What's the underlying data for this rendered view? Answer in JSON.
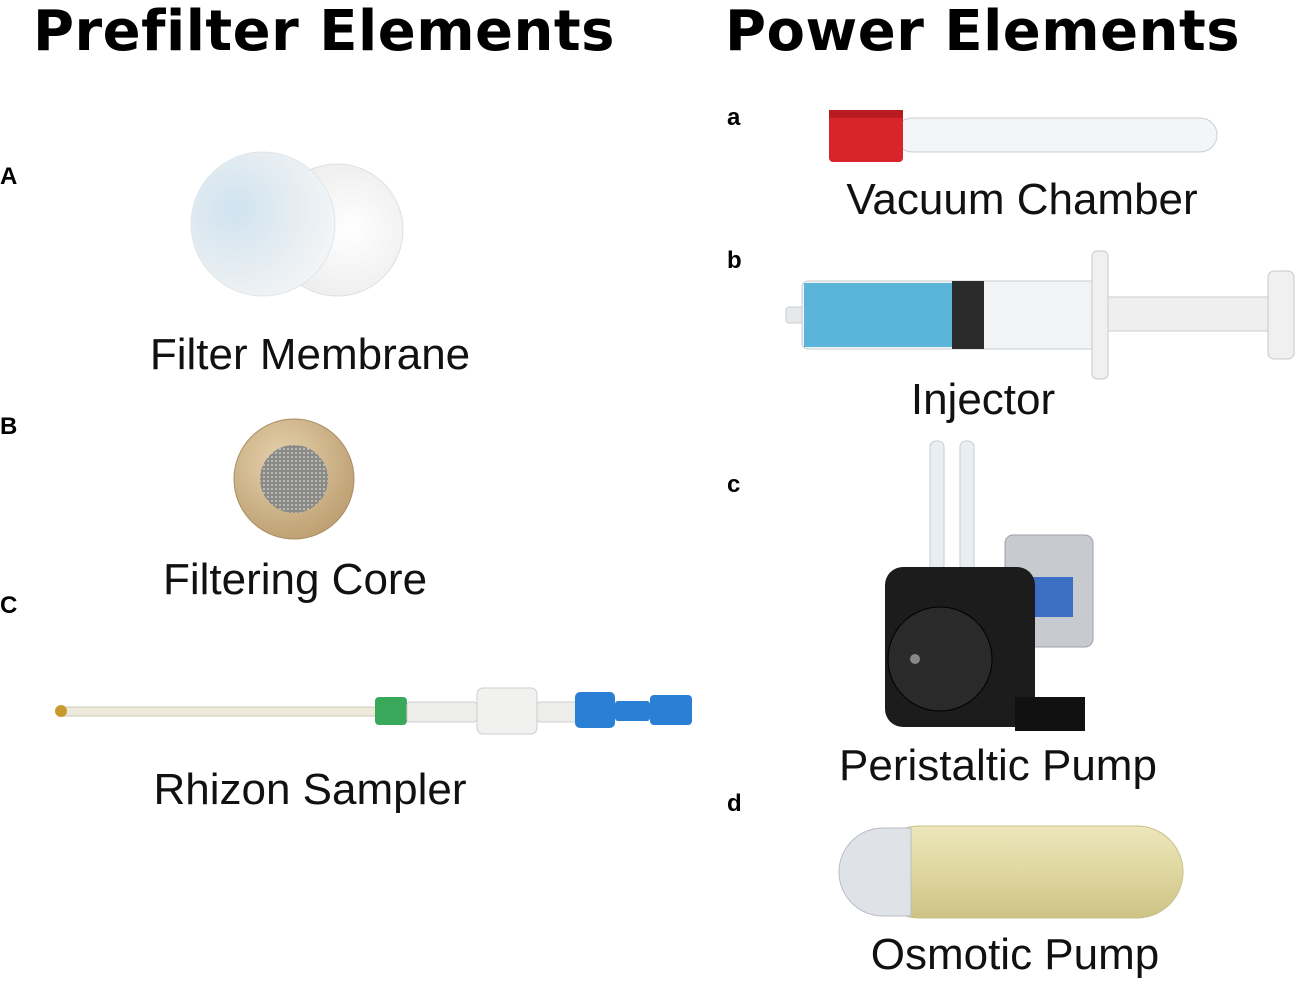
{
  "headings": {
    "prefilter": "Prefilter Elements",
    "power": "Power Elements"
  },
  "prefilter_items": [
    {
      "letter": "A",
      "caption": "Filter Membrane",
      "icon": "filter-membrane-icon"
    },
    {
      "letter": "B",
      "caption": "Filtering Core",
      "icon": "filtering-core-icon"
    },
    {
      "letter": "C",
      "caption": "Rhizon Sampler",
      "icon": "rhizon-sampler-icon"
    }
  ],
  "power_items": [
    {
      "letter": "a",
      "caption": "Vacuum Chamber",
      "icon": "vacuum-tube-icon"
    },
    {
      "letter": "b",
      "caption": "Injector",
      "icon": "syringe-icon"
    },
    {
      "letter": "c",
      "caption": "Peristaltic Pump",
      "icon": "peristaltic-pump-icon"
    },
    {
      "letter": "d",
      "caption": "Osmotic Pump",
      "icon": "osmotic-pump-icon"
    }
  ],
  "colors": {
    "tube_cap": "#d9242b",
    "syringe_liquid": "#5bb4d9",
    "connector_green": "#3aa85a",
    "connector_blue": "#2a7fd4",
    "filtering_core": "#d2b98f",
    "pump_body": "#1c1c1c",
    "osmotic_body": "#e3dca8"
  }
}
